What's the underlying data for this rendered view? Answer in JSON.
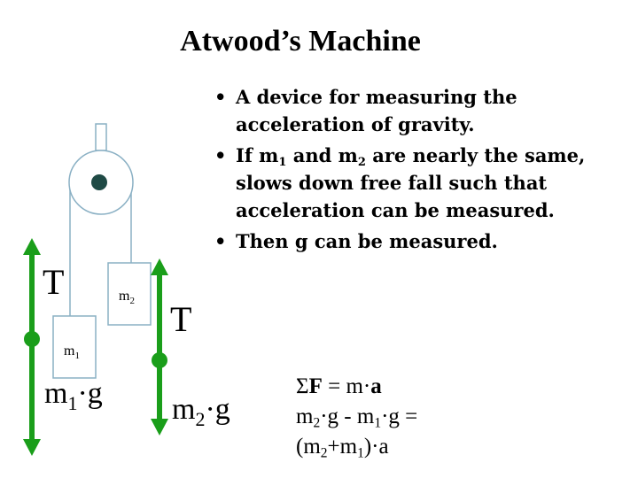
{
  "slide": {
    "title": "Atwood’s Machine"
  },
  "bullets": [
    {
      "parts": [
        {
          "t": "A device for measuring the acceleration of gravity."
        }
      ]
    },
    {
      "parts": [
        {
          "t": "If m"
        },
        {
          "sub": "1"
        },
        {
          "t": " and m"
        },
        {
          "sub": "2"
        },
        {
          "t": " are nearly the same, slows down free fall such that acceleration can be measured."
        }
      ]
    },
    {
      "parts": [
        {
          "t": "Then g can be measured."
        }
      ]
    }
  ],
  "diagram": {
    "colors": {
      "arrow": "#1a9e1a",
      "pulley_hub": "#1f4a45",
      "lines": "#8ab0c4"
    },
    "mass1": {
      "text": "m",
      "sub": "1"
    },
    "mass2": {
      "text": "m",
      "sub": "2"
    },
    "tension_left": "T",
    "tension_right": "T",
    "weight_left": {
      "m": "m",
      "sub": "1",
      "rest": "·g"
    },
    "weight_right": {
      "m": "m",
      "sub": "2",
      "rest": "·g"
    }
  },
  "equations": [
    [
      {
        "t": "Σ"
      },
      {
        "b": "F"
      },
      {
        "t": " = m·"
      },
      {
        "b": "a"
      }
    ],
    [
      {
        "t": "m"
      },
      {
        "sub": "2"
      },
      {
        "t": "·g - m"
      },
      {
        "sub": "1"
      },
      {
        "t": "·g ="
      }
    ],
    [
      {
        "t": "(m"
      },
      {
        "sub": "2"
      },
      {
        "t": "+m"
      },
      {
        "sub": "1"
      },
      {
        "t": ")·a"
      }
    ]
  ]
}
